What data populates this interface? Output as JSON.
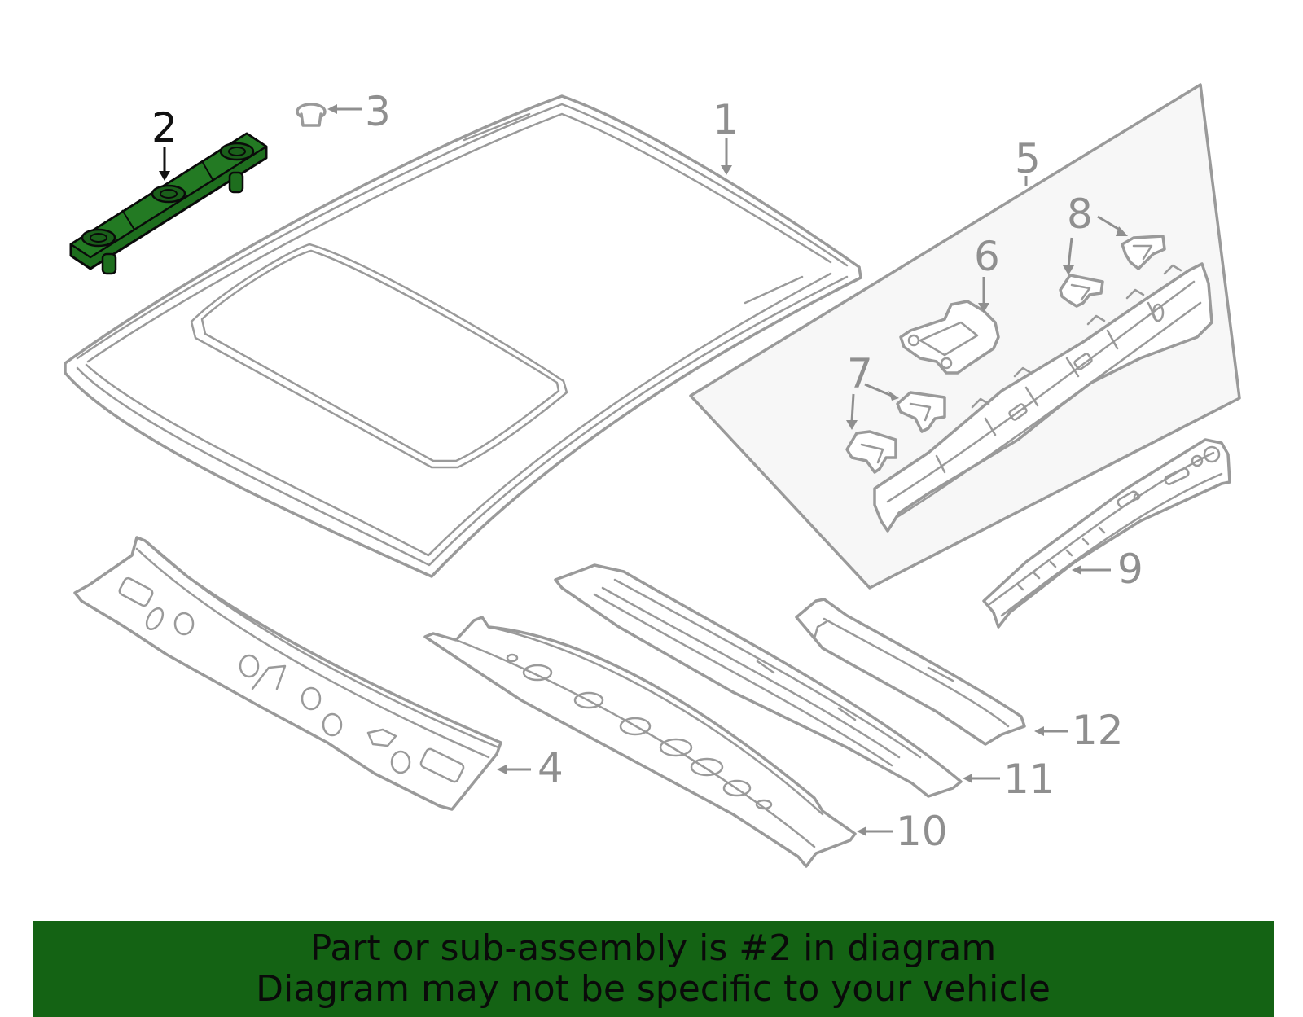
{
  "callouts": [
    "1",
    "2",
    "3",
    "4",
    "5",
    "6",
    "7",
    "8",
    "9",
    "10",
    "11",
    "12"
  ],
  "highlighted_callout": "2",
  "colors": {
    "highlight_part": "#1e6e1e",
    "banner_background": "#146314",
    "part_outline": "#9a9a9a",
    "callout_text": "#8f8f8f",
    "subassembly_box": "#f7f7f7"
  },
  "banner": {
    "line1": "Part or sub-assembly is #2 in diagram",
    "line2": "Diagram may not be specific to your vehicle"
  }
}
